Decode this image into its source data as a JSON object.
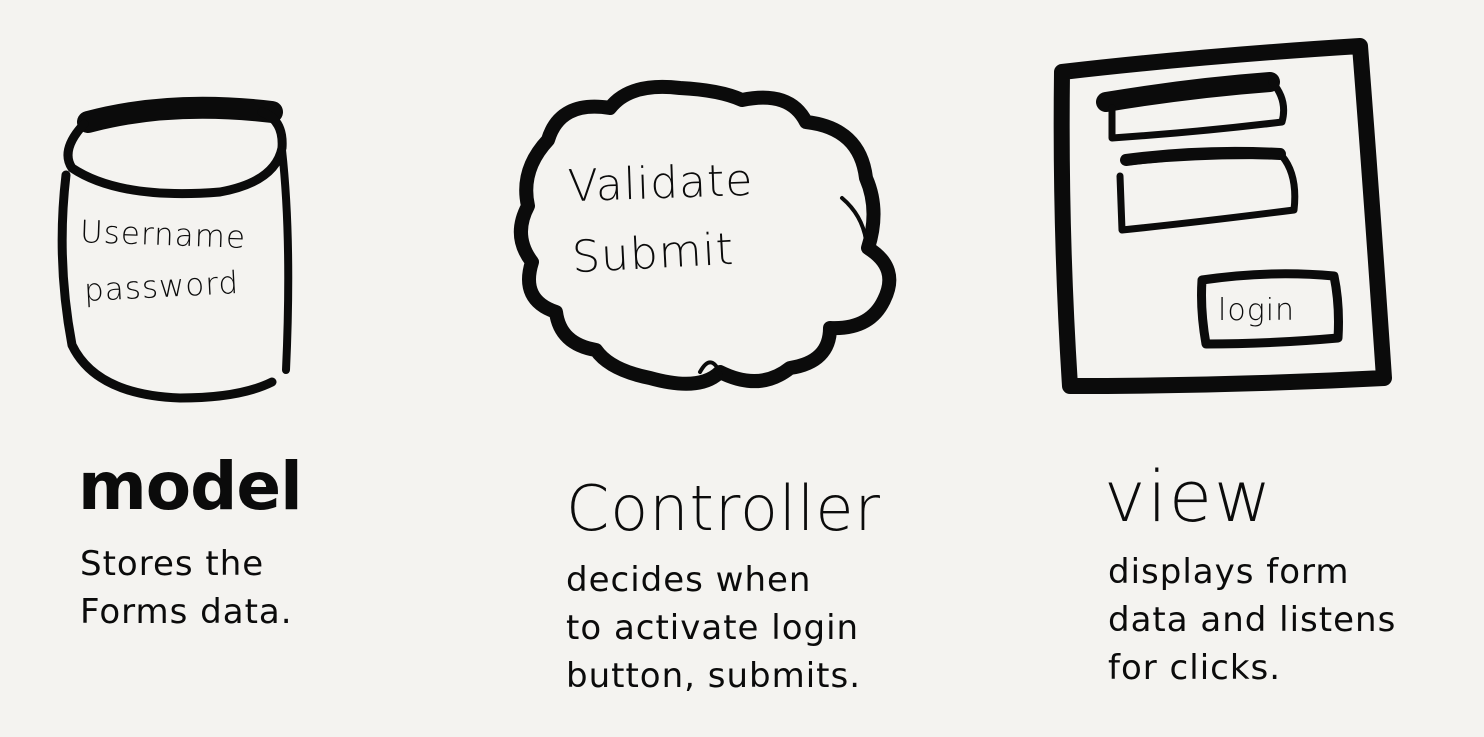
{
  "colors": {
    "background": "#f4f3f0",
    "ink": "#0b0b0b"
  },
  "model": {
    "icon": "database-cylinder-icon",
    "fields": [
      "Username",
      "password"
    ],
    "title": "model",
    "description": [
      "Stores the",
      "Forms data."
    ]
  },
  "controller": {
    "icon": "thought-cloud-icon",
    "actions": [
      "Validate",
      "Submit"
    ],
    "title": "Controller",
    "description": [
      "decides when",
      "to activate login",
      "button, submits."
    ]
  },
  "view": {
    "icon": "form-window-icon",
    "button_label": "login",
    "title": "view",
    "description": [
      "displays form",
      "data and listens",
      "for clicks."
    ]
  }
}
